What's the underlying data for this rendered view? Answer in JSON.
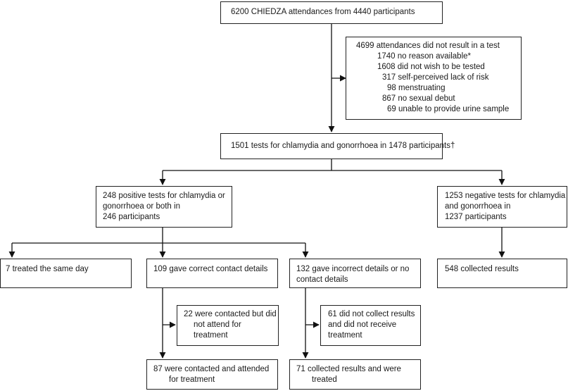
{
  "flowchart": {
    "attendances": {
      "text": "6200 CHIEDZA attendances from 4440 participants"
    },
    "no_test": {
      "heading": "4699 attendances did not result in a test",
      "reasons": [
        "1740 no reason available*",
        "1608 did not wish to be tested",
        "317 self-perceived lack of risk",
        "98 menstruating",
        "867 no sexual debut",
        "69 unable to provide urine sample"
      ]
    },
    "tests": {
      "text": "1501 tests for chlamydia and gonorrhoea in 1478 participants†"
    },
    "positive": {
      "lines": [
        "248 positive tests for chlamydia or",
        "gonorrhoea or both in",
        "246 participants"
      ]
    },
    "negative": {
      "lines": [
        "1253 negative tests for chlamydia",
        "and gonorrhoea in",
        "1237 participants"
      ]
    },
    "treated_same_day": {
      "text": "7 treated the same day"
    },
    "correct_contact": {
      "text": "109 gave correct contact details"
    },
    "incorrect_contact": {
      "lines": [
        "132 gave incorrect details or no",
        "contact details"
      ]
    },
    "collected_results_neg": {
      "text": "548 collected results"
    },
    "contacted_not_attend": {
      "lines": [
        "22 were contacted but did",
        "not attend for",
        "treatment"
      ]
    },
    "not_collect": {
      "lines": [
        "61 did not collect results",
        "and did not receive",
        "treatment"
      ]
    },
    "contacted_attended": {
      "lines": [
        "87 were contacted and attended",
        "for treatment"
      ]
    },
    "collected_treated": {
      "lines": [
        "71 collected results and were",
        "treated"
      ]
    }
  }
}
